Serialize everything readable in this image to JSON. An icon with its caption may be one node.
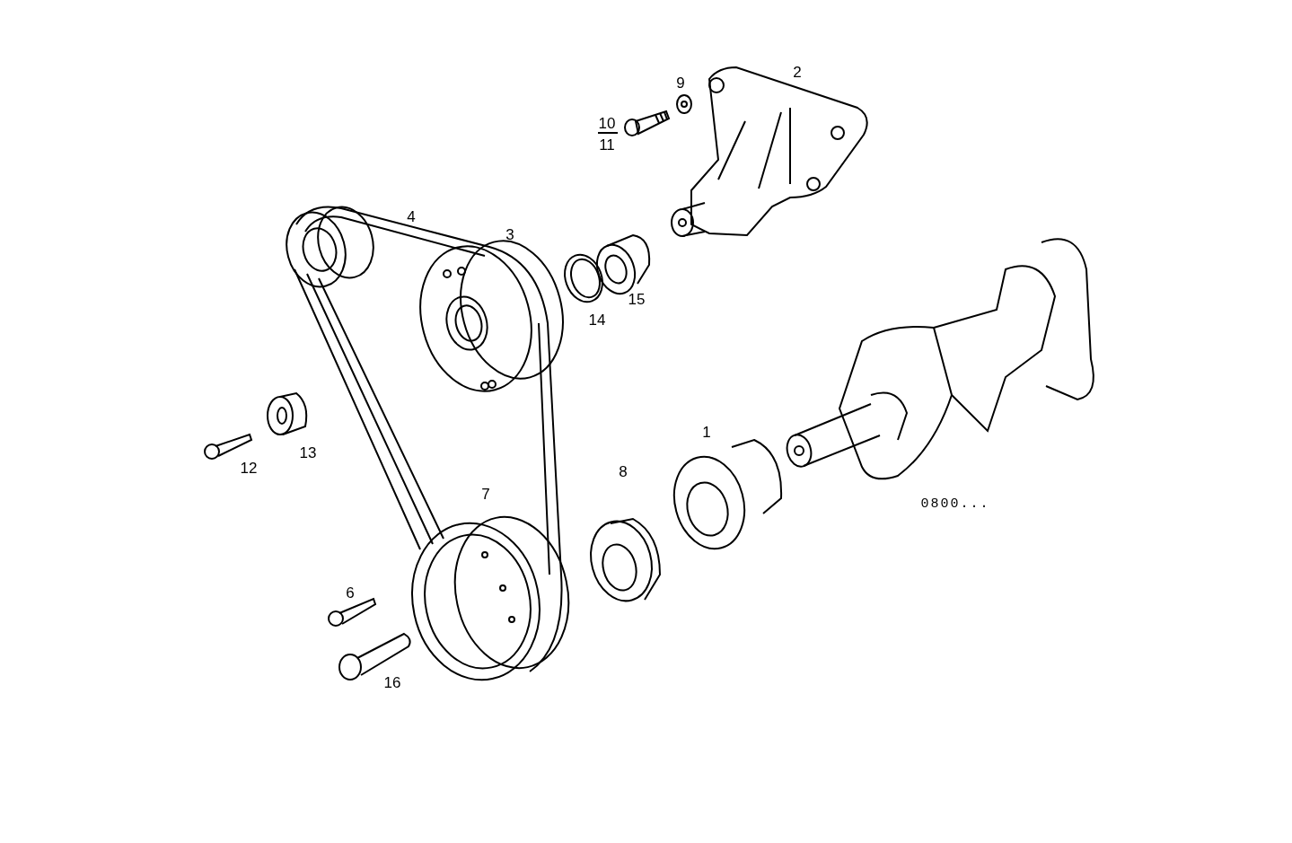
{
  "diagram": {
    "labels": [
      "2",
      "9",
      "10",
      "11",
      "4",
      "3",
      "15",
      "14",
      "1",
      "13",
      "12",
      "8",
      "7",
      "0800...",
      "6",
      "16"
    ]
  }
}
